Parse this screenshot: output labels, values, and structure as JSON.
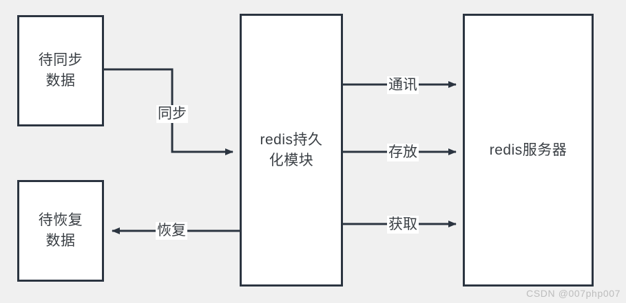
{
  "diagram": {
    "title": "redis persistence architecture diagram",
    "background_color": "#f0f0f0",
    "stroke_color": "#2b3440",
    "text_color": "#3a3f44",
    "nodes": [
      {
        "id": "pending-sync",
        "label": "待同步\n数据"
      },
      {
        "id": "pending-restore",
        "label": "待恢复\n数据"
      },
      {
        "id": "persistence",
        "label": "redis持久\n化模块"
      },
      {
        "id": "redis-server",
        "label": "redis服务器"
      }
    ],
    "edges": [
      {
        "id": "sync",
        "label": "同步",
        "from": "pending-sync",
        "to": "persistence",
        "direction": "right"
      },
      {
        "id": "restore",
        "label": "恢复",
        "from": "persistence",
        "to": "pending-restore",
        "direction": "left"
      },
      {
        "id": "comm",
        "label": "通讯",
        "from": "persistence",
        "to": "redis-server",
        "direction": "right"
      },
      {
        "id": "store",
        "label": "存放",
        "from": "persistence",
        "to": "redis-server",
        "direction": "right"
      },
      {
        "id": "fetch",
        "label": "获取",
        "from": "persistence",
        "to": "redis-server",
        "direction": "right"
      }
    ]
  },
  "watermark": {
    "text": "CSDN @007php007"
  }
}
